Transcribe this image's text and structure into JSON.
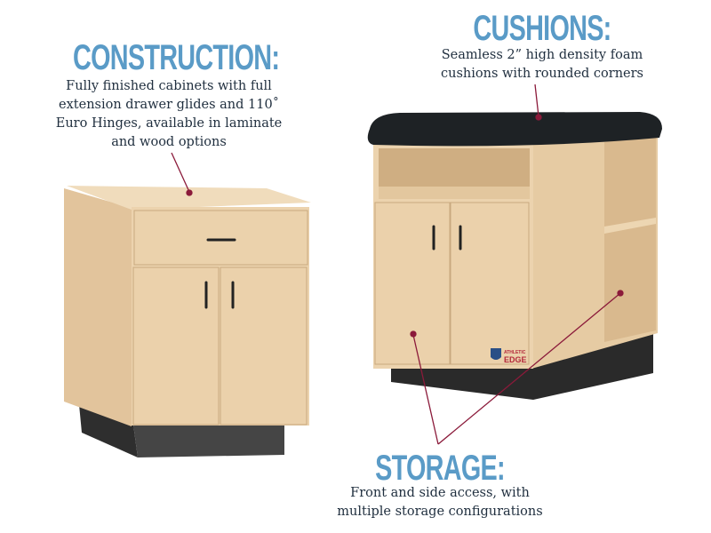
{
  "colors": {
    "heading": "#5a9bc7",
    "text": "#1f2e3e",
    "callout": "#8b1a3a",
    "wood": "#e8cfa9",
    "base": "#3a3a3a",
    "cushion": "#1e2225"
  },
  "construction": {
    "title": "CONSTRUCTION:",
    "lines": [
      "Fully finished cabinets with full",
      "extension drawer glides and 110˚",
      "Euro Hinges, available in laminate",
      "and wood options"
    ]
  },
  "cushions": {
    "title": "CUSHIONS:",
    "lines": [
      "Seamless 2” high density foam",
      "cushions with rounded corners"
    ]
  },
  "storage": {
    "title": "STORAGE:",
    "lines": [
      "Front and side access, with",
      "multiple storage configurations"
    ]
  },
  "logo": {
    "line1": "ATHLETIC",
    "line2": "EDGE"
  }
}
